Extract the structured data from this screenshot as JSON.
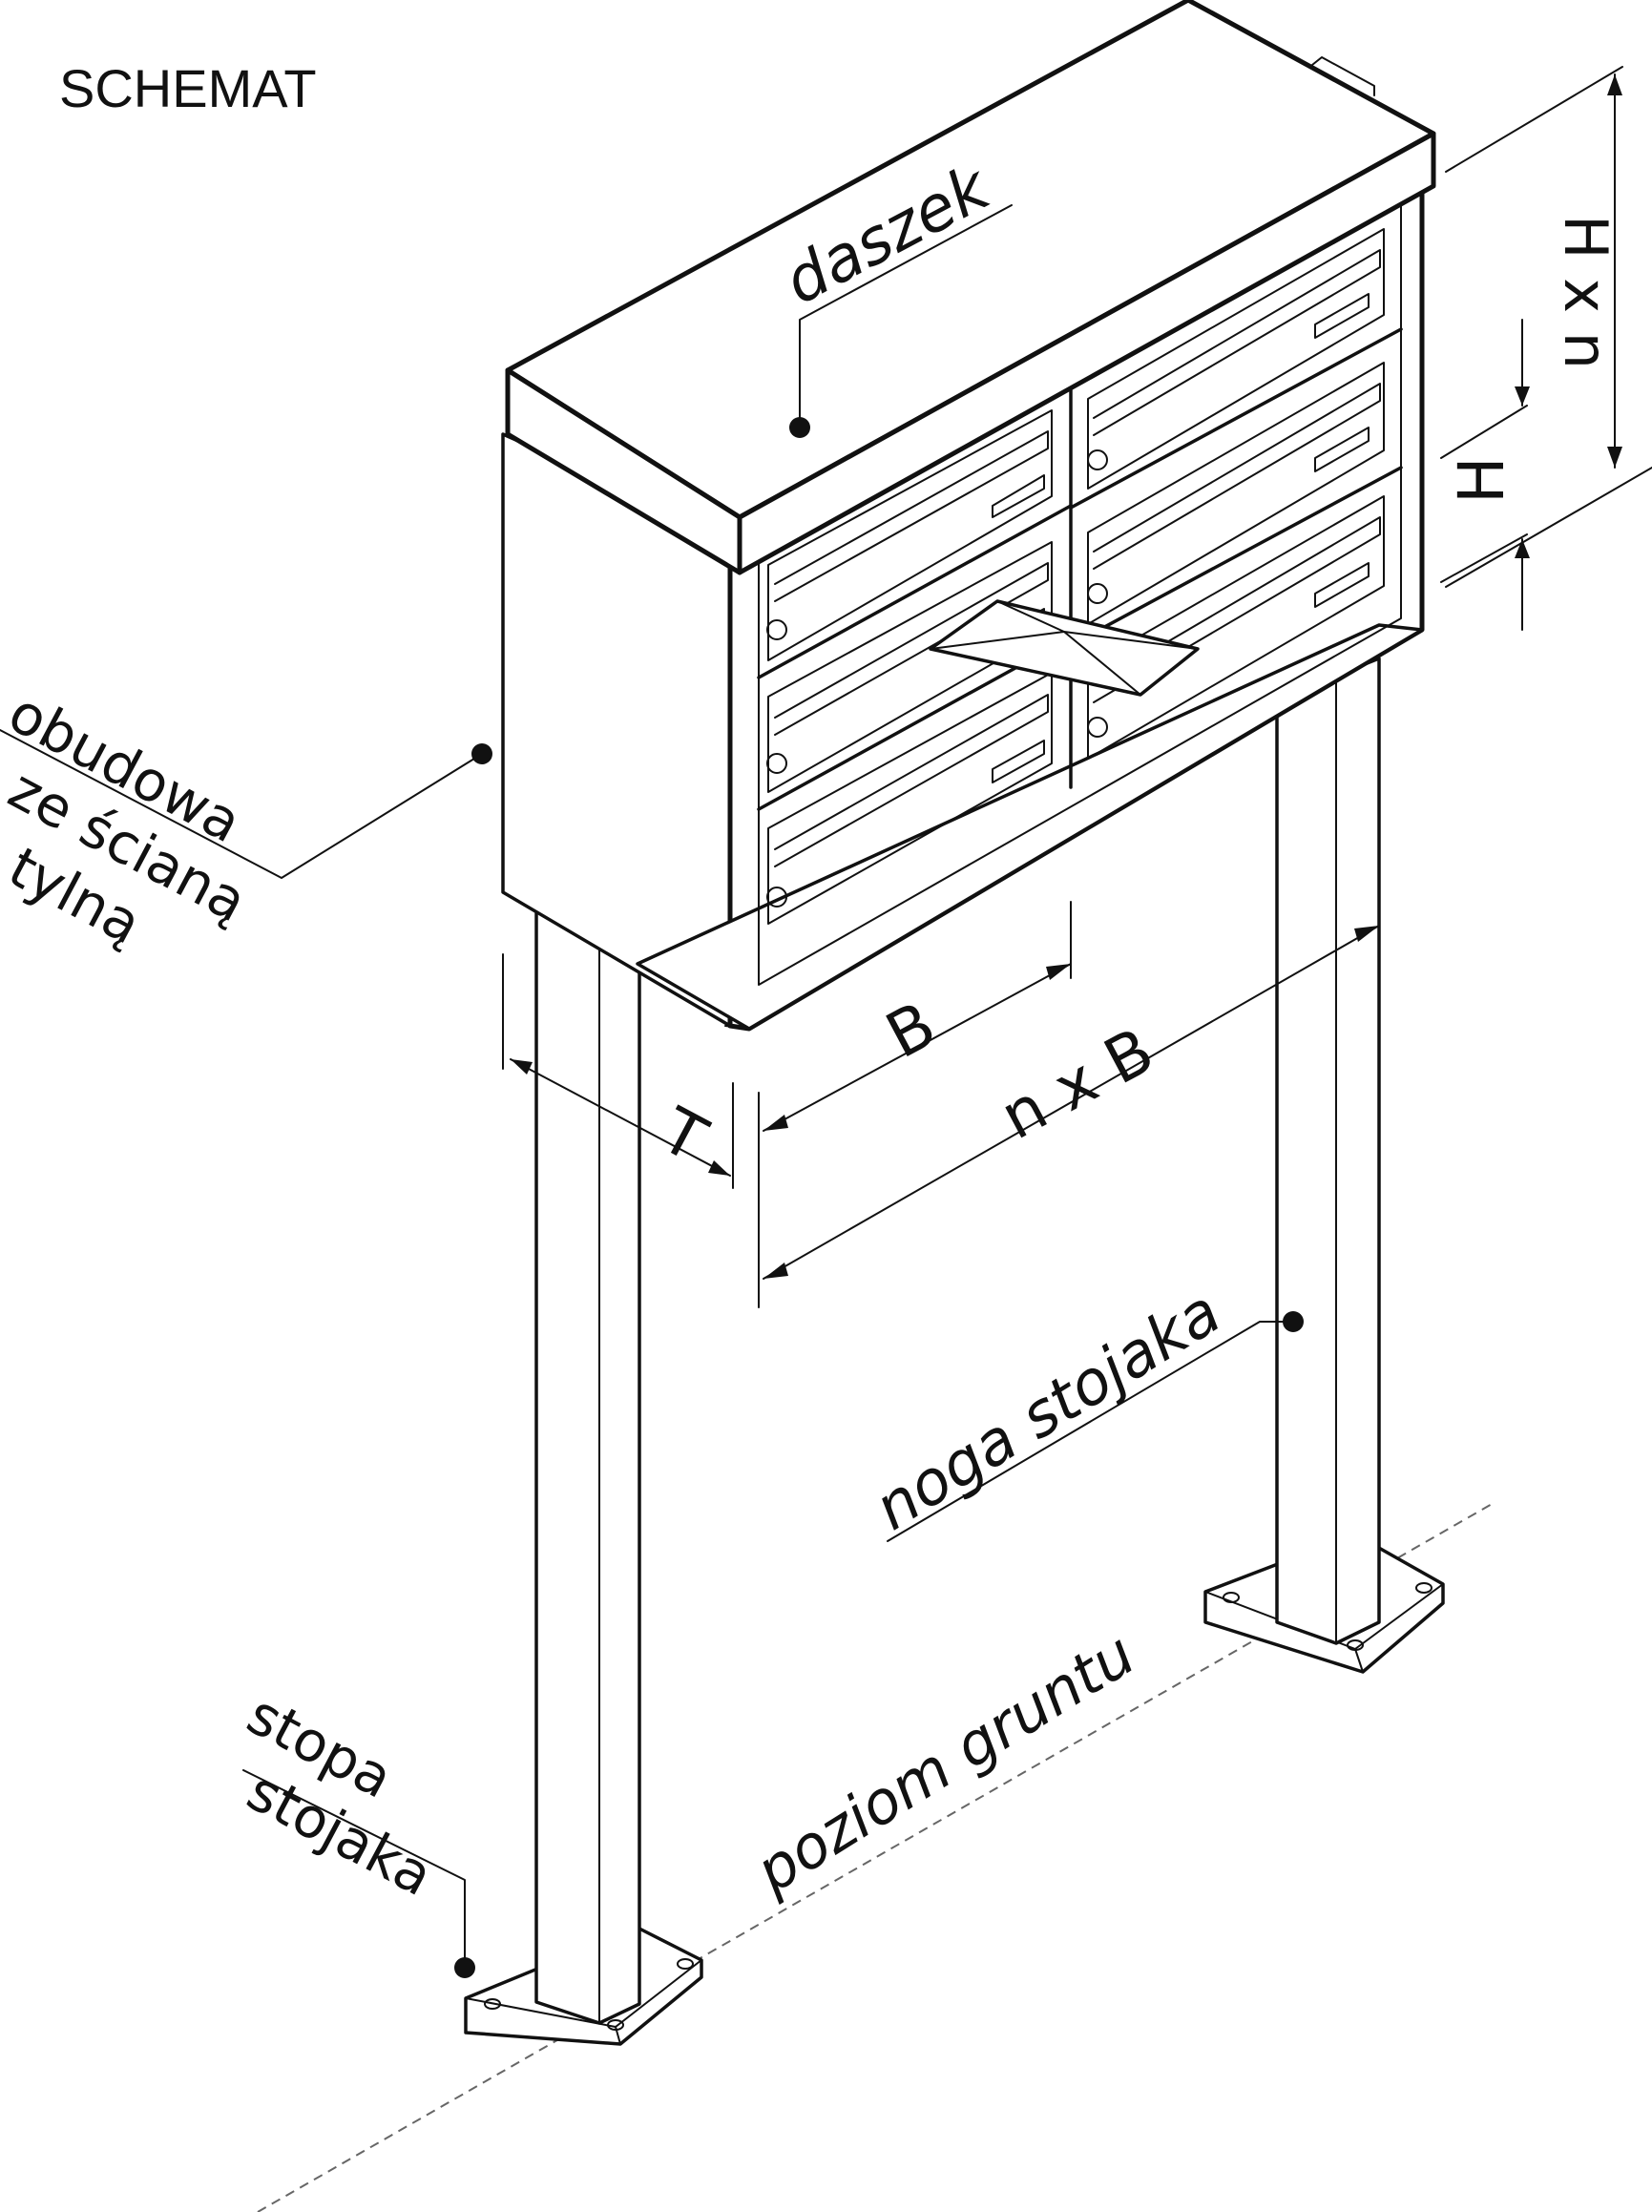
{
  "title": "SCHEMAT",
  "labels": {
    "roof": "daszek",
    "housing_line1": "obudowa",
    "housing_line2": "ze ścianą",
    "housing_line3": "tylną",
    "leg": "noga stojaka",
    "foot_line1": "stopa",
    "foot_line2": "stojaka",
    "ground": "poziom gruntu"
  },
  "dimensions": {
    "width_single": "B",
    "width_total": "n x B",
    "depth": "T",
    "height_single": "H",
    "height_total": "H x n"
  },
  "colors": {
    "ink": "#111111",
    "background": "#ffffff"
  }
}
